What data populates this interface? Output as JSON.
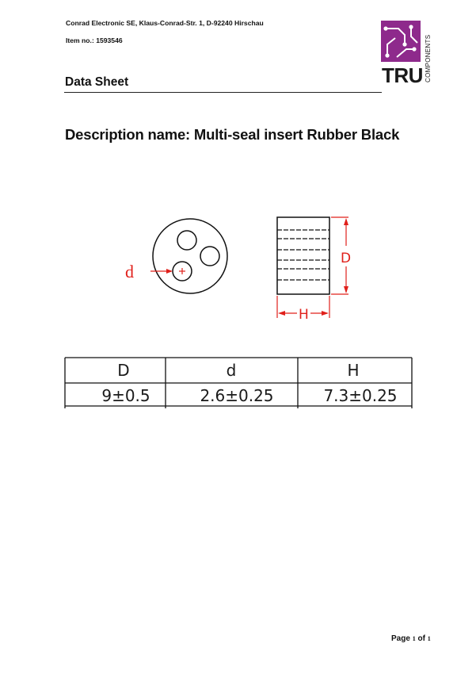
{
  "header": {
    "company": "Conrad Electronic SE, Klaus-Conrad-Str. 1, D-92240 Hirschau",
    "item_no": "Item no.: 1593546"
  },
  "logo": {
    "brand": "TRU",
    "subtitle": "COMPONENTS",
    "accent_color": "#8e2a8c"
  },
  "sheet_title": "Data Sheet",
  "description": "Description name: Multi-seal insert Rubber Black",
  "drawing": {
    "label_d": "d",
    "label_D": "D",
    "label_H": "H",
    "dimension_color": "#e0201b"
  },
  "dimensions_table": {
    "headers": [
      "D",
      "d",
      "H"
    ],
    "values": [
      "9±0.5",
      "2.6±0.25",
      "7.3±0.25"
    ]
  },
  "footer": {
    "page_word": "Page",
    "page_current": "1",
    "of_word": "of",
    "page_total": "1"
  }
}
